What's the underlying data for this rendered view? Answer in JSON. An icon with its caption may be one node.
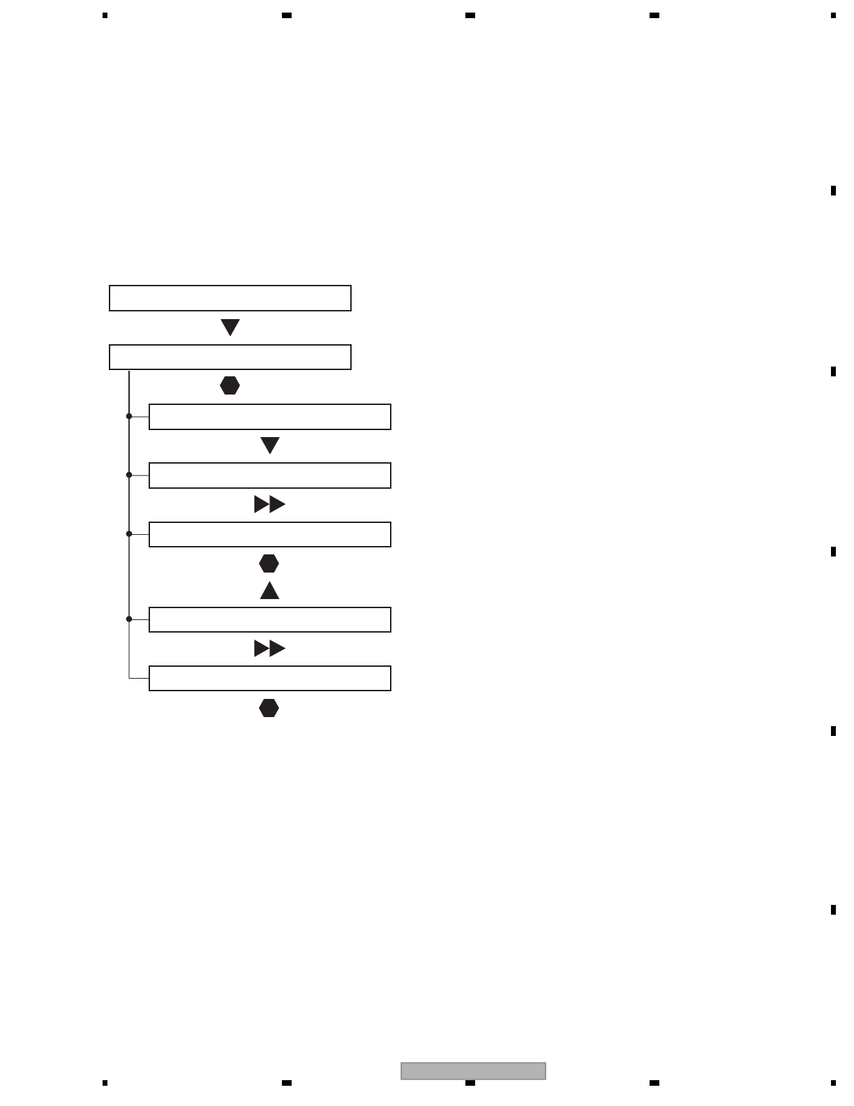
{
  "diagram": {
    "nodes": [
      {
        "text": [],
        "shape": "box"
      },
      {
        "text": [],
        "shape": "box"
      },
      {
        "text": [],
        "shape": "box"
      },
      {
        "text": [],
        "shape": "box"
      },
      {
        "text": [],
        "shape": "box"
      },
      {
        "text": [],
        "shape": "box"
      },
      {
        "text": [],
        "shape": "box"
      }
    ],
    "edges": [
      {
        "from": 0,
        "to": 1,
        "arrow": "to"
      },
      {
        "from": 1,
        "to": 2,
        "arrow": "none"
      },
      {
        "from": 1,
        "to": 3,
        "arrow": "none"
      },
      {
        "from": 1,
        "to": 4,
        "arrow": "none"
      },
      {
        "from": 1,
        "to": 5,
        "arrow": "none"
      },
      {
        "from": 1,
        "to": 6,
        "arrow": "none"
      },
      {
        "from": 2,
        "to": 3,
        "arrow": "to"
      }
    ]
  }
}
